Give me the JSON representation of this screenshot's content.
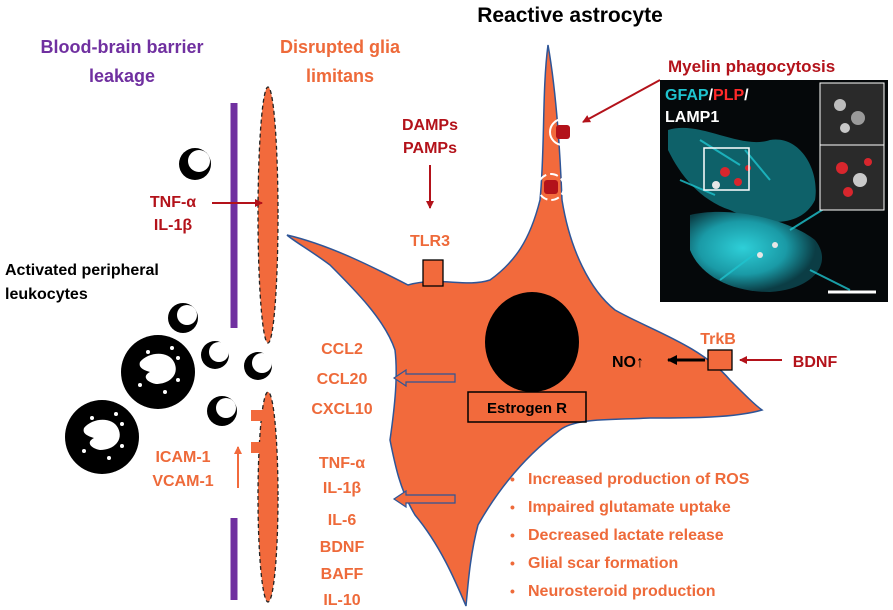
{
  "title": "Reactive astrocyte",
  "bbb_title": [
    "Blood-brain barrier",
    "leakage"
  ],
  "glia_title": [
    "Disrupted glia",
    "limitans"
  ],
  "myelin_label": "Myelin phagocytosis",
  "micro": {
    "gfap": "GFAP",
    "sep1": "/",
    "plp": "PLP",
    "sep2": "/",
    "lamp": "LAMP1"
  },
  "damps": [
    "DAMPs",
    "PAMPs"
  ],
  "tnf_top": [
    "TNF-α",
    "IL-1β"
  ],
  "leuko_label": [
    "Activated peripheral",
    "leukocytes"
  ],
  "tlr3": "TLR3",
  "trkb": "TrkB",
  "bdnf_in": "BDNF",
  "no": "NO↑",
  "estrogen": "Estrogen R",
  "chemokines": [
    "CCL2",
    "CCL20",
    "CXCL10"
  ],
  "cytokines": [
    "TNF-α",
    "IL-1β",
    "IL-6",
    "BDNF",
    "BAFF",
    "IL-10"
  ],
  "adhesion": [
    "ICAM-1",
    "VCAM-1"
  ],
  "effects": [
    "Increased production of ROS",
    "Impaired glutamate uptake",
    "Decreased lactate release",
    "Glial scar formation",
    "Neurosteroid production"
  ],
  "colors": {
    "orange": "#f26a3c",
    "label_orange": "#ee6a3a",
    "dark_red": "#b3121a",
    "purple": "#7030a0",
    "cyan": "#1fc4cf"
  }
}
